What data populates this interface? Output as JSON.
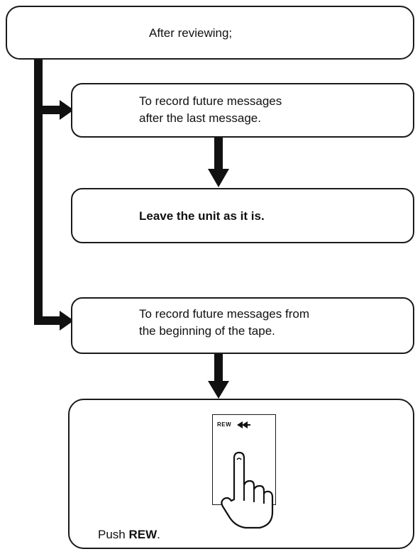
{
  "flowchart": {
    "start_label": "After reviewing;",
    "option_append": {
      "line1": "To record future messages",
      "line2": "after the last message."
    },
    "result_leave": "Leave the unit as it is.",
    "option_rewind": {
      "line1": "To record future messages from",
      "line2": "the beginning of the tape."
    },
    "action_rew": {
      "button_label": "REW",
      "button_symbol": "◀◀",
      "instruction_prefix": "Push ",
      "instruction_key": "REW",
      "instruction_suffix": "."
    }
  },
  "icons": {
    "hand": "pointing-hand-icon",
    "rewind": "rewind-icon"
  }
}
